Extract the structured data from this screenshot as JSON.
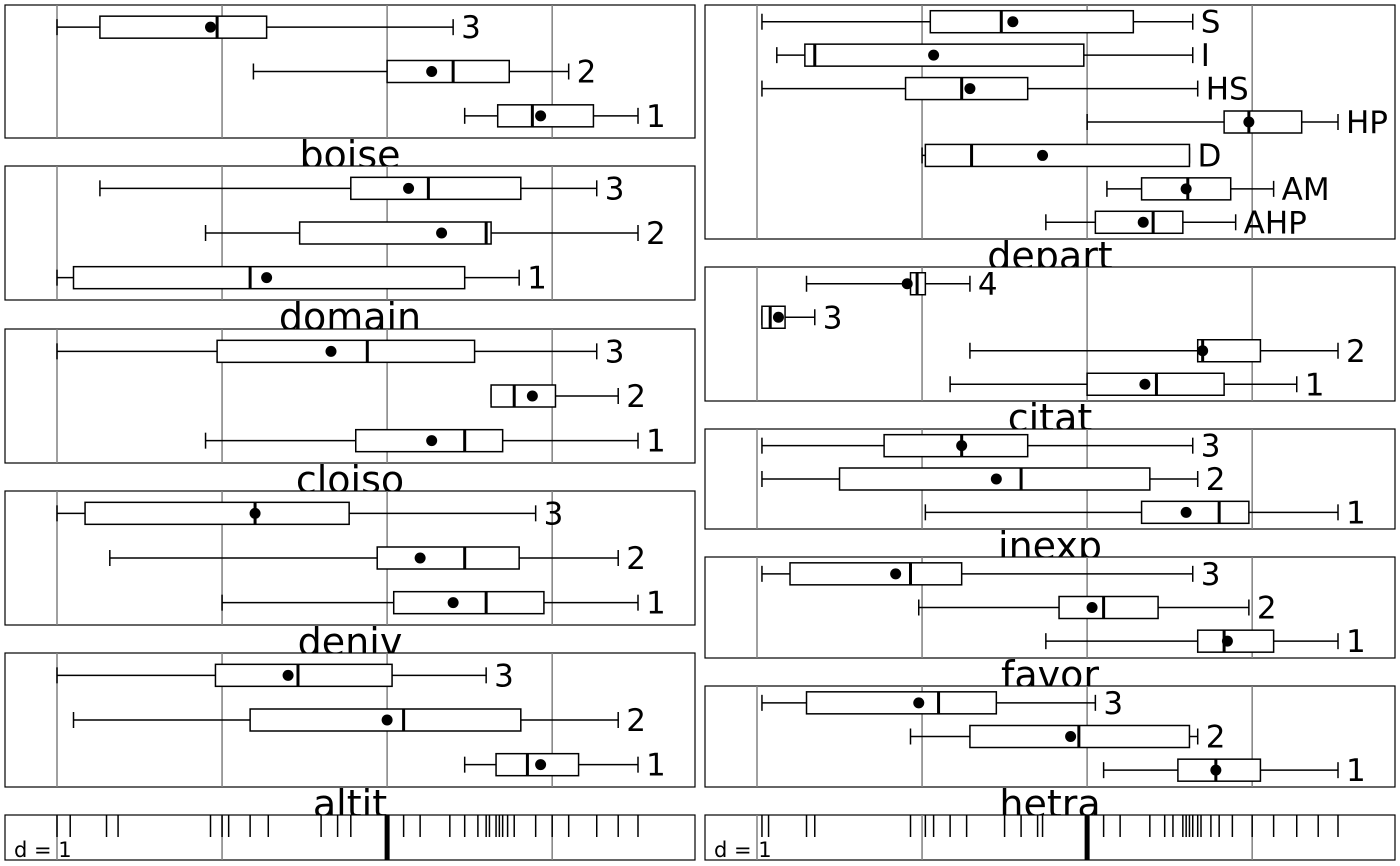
{
  "chart_data": {
    "type": "boxplot-panels",
    "grid": true,
    "rug_label": "d = 1",
    "colors": {
      "line": "#000000",
      "grid": "#808080",
      "background": "#ffffff"
    },
    "left_column": {
      "panels": [
        {
          "title": "boise",
          "groups": [
            {
              "label": "3",
              "whisker_low": 0.0,
              "q1": 0.26,
              "median": 0.97,
              "q3": 1.27,
              "whisker_high": 2.4,
              "mean": 0.93
            },
            {
              "label": "2",
              "whisker_low": 1.19,
              "q1": 2.0,
              "median": 2.4,
              "q3": 2.74,
              "whisker_high": 3.1,
              "mean": 2.27
            },
            {
              "label": "1",
              "whisker_low": 2.47,
              "q1": 2.67,
              "median": 2.88,
              "q3": 3.25,
              "whisker_high": 3.52,
              "mean": 2.93
            }
          ]
        },
        {
          "title": "domain",
          "groups": [
            {
              "label": "3",
              "whisker_low": 0.26,
              "q1": 1.78,
              "median": 2.25,
              "q3": 2.81,
              "whisker_high": 3.27,
              "mean": 2.13
            },
            {
              "label": "2",
              "whisker_low": 0.9,
              "q1": 1.47,
              "median": 2.6,
              "q3": 2.63,
              "whisker_high": 3.52,
              "mean": 2.33
            },
            {
              "label": "1",
              "whisker_low": 0.0,
              "q1": 0.1,
              "median": 1.17,
              "q3": 2.47,
              "whisker_high": 2.8,
              "mean": 1.27
            }
          ]
        },
        {
          "title": "cloiso",
          "groups": [
            {
              "label": "3",
              "whisker_low": 0.0,
              "q1": 0.97,
              "median": 1.88,
              "q3": 2.53,
              "whisker_high": 3.27,
              "mean": 1.66
            },
            {
              "label": "2",
              "whisker_low": 2.63,
              "q1": 2.63,
              "median": 2.77,
              "q3": 3.02,
              "whisker_high": 3.4,
              "mean": 2.88
            },
            {
              "label": "1",
              "whisker_low": 0.9,
              "q1": 1.81,
              "median": 2.47,
              "q3": 2.7,
              "whisker_high": 3.52,
              "mean": 2.27
            }
          ]
        },
        {
          "title": "deniv",
          "groups": [
            {
              "label": "3",
              "whisker_low": 0.0,
              "q1": 0.17,
              "median": 1.2,
              "q3": 1.77,
              "whisker_high": 2.9,
              "mean": 1.2
            },
            {
              "label": "2",
              "whisker_low": 0.32,
              "q1": 1.94,
              "median": 2.47,
              "q3": 2.8,
              "whisker_high": 3.4,
              "mean": 2.2
            },
            {
              "label": "1",
              "whisker_low": 1.0,
              "q1": 2.04,
              "median": 2.6,
              "q3": 2.95,
              "whisker_high": 3.52,
              "mean": 2.4
            }
          ]
        },
        {
          "title": "altit",
          "groups": [
            {
              "label": "3",
              "whisker_low": 0.0,
              "q1": 0.96,
              "median": 1.46,
              "q3": 2.03,
              "whisker_high": 2.6,
              "mean": 1.4
            },
            {
              "label": "2",
              "whisker_low": 0.1,
              "q1": 1.17,
              "median": 2.1,
              "q3": 2.81,
              "whisker_high": 3.4,
              "mean": 2.0
            },
            {
              "label": "1",
              "whisker_low": 2.47,
              "q1": 2.66,
              "median": 2.85,
              "q3": 3.16,
              "whisker_high": 3.52,
              "mean": 2.93
            }
          ]
        }
      ],
      "rug": [
        0.0,
        0.08,
        0.3,
        0.37,
        0.93,
        1.0,
        1.04,
        1.17,
        1.28,
        1.6,
        1.7,
        1.78,
        2.1,
        2.2,
        2.38,
        2.47,
        2.55,
        2.6,
        2.62,
        2.66,
        2.68,
        2.7,
        2.73,
        2.77,
        2.9,
        3.0,
        3.1,
        3.27,
        3.4,
        3.52
      ],
      "rug_bold": 2.0
    },
    "right_column": {
      "panels": [
        {
          "title": "depart",
          "groups": [
            {
              "label": "S",
              "whisker_low": 0.03,
              "q1": 1.05,
              "median": 1.48,
              "q3": 2.28,
              "whisker_high": 2.64,
              "mean": 1.55
            },
            {
              "label": "I",
              "whisker_low": 0.12,
              "q1": 0.29,
              "median": 0.35,
              "q3": 1.98,
              "whisker_high": 2.64,
              "mean": 1.07
            },
            {
              "label": "HS",
              "whisker_low": 0.03,
              "q1": 0.9,
              "median": 1.24,
              "q3": 1.64,
              "whisker_high": 2.67,
              "mean": 1.29
            },
            {
              "label": "HP",
              "whisker_low": 2.0,
              "q1": 2.83,
              "median": 2.98,
              "q3": 3.3,
              "whisker_high": 3.52,
              "mean": 2.98
            },
            {
              "label": "D",
              "whisker_low": 1.0,
              "q1": 1.02,
              "median": 1.3,
              "q3": 2.62,
              "whisker_high": 2.62,
              "mean": 1.73
            },
            {
              "label": "AM",
              "whisker_low": 2.12,
              "q1": 2.33,
              "median": 2.61,
              "q3": 2.87,
              "whisker_high": 3.13,
              "mean": 2.6
            },
            {
              "label": "AHP",
              "whisker_low": 1.75,
              "q1": 2.05,
              "median": 2.4,
              "q3": 2.58,
              "whisker_high": 2.9,
              "mean": 2.34
            }
          ]
        },
        {
          "title": "citat",
          "groups": [
            {
              "label": "4",
              "whisker_low": 0.3,
              "q1": 0.93,
              "median": 0.97,
              "q3": 1.02,
              "whisker_high": 1.29,
              "mean": 0.91
            },
            {
              "label": "3",
              "whisker_low": 0.03,
              "q1": 0.03,
              "median": 0.08,
              "q3": 0.17,
              "whisker_high": 0.35,
              "mean": 0.13
            },
            {
              "label": "2",
              "whisker_low": 1.29,
              "q1": 2.67,
              "median": 2.7,
              "q3": 3.05,
              "whisker_high": 3.52,
              "mean": 2.7
            },
            {
              "label": "1",
              "whisker_low": 1.17,
              "q1": 2.0,
              "median": 2.42,
              "q3": 2.83,
              "whisker_high": 3.27,
              "mean": 2.35
            }
          ]
        },
        {
          "title": "inexp",
          "groups": [
            {
              "label": "3",
              "whisker_low": 0.03,
              "q1": 0.77,
              "median": 1.24,
              "q3": 1.64,
              "whisker_high": 2.64,
              "mean": 1.24
            },
            {
              "label": "2",
              "whisker_low": 0.03,
              "q1": 0.5,
              "median": 1.6,
              "q3": 2.38,
              "whisker_high": 2.67,
              "mean": 1.45
            },
            {
              "label": "1",
              "whisker_low": 1.02,
              "q1": 2.33,
              "median": 2.8,
              "q3": 2.98,
              "whisker_high": 3.52,
              "mean": 2.6
            }
          ]
        },
        {
          "title": "favor",
          "groups": [
            {
              "label": "3",
              "whisker_low": 0.03,
              "q1": 0.2,
              "median": 0.93,
              "q3": 1.24,
              "whisker_high": 2.64,
              "mean": 0.84
            },
            {
              "label": "2",
              "whisker_low": 0.98,
              "q1": 1.83,
              "median": 2.1,
              "q3": 2.43,
              "whisker_high": 2.98,
              "mean": 2.03
            },
            {
              "label": "1",
              "whisker_low": 1.75,
              "q1": 2.67,
              "median": 2.83,
              "q3": 3.13,
              "whisker_high": 3.52,
              "mean": 2.85
            }
          ]
        },
        {
          "title": "hetra",
          "groups": [
            {
              "label": "3",
              "whisker_low": 0.03,
              "q1": 0.3,
              "median": 1.1,
              "q3": 1.45,
              "whisker_high": 2.05,
              "mean": 0.98
            },
            {
              "label": "2",
              "whisker_low": 0.93,
              "q1": 1.29,
              "median": 1.95,
              "q3": 2.62,
              "whisker_high": 2.67,
              "mean": 1.9
            },
            {
              "label": "1",
              "whisker_low": 2.1,
              "q1": 2.55,
              "median": 2.78,
              "q3": 3.05,
              "whisker_high": 3.52,
              "mean": 2.78
            }
          ]
        }
      ],
      "rug": [
        0.03,
        0.07,
        0.3,
        0.35,
        0.93,
        1.02,
        1.07,
        1.17,
        1.27,
        1.5,
        1.6,
        1.7,
        1.73,
        2.1,
        2.2,
        2.38,
        2.47,
        2.52,
        2.58,
        2.6,
        2.62,
        2.64,
        2.67,
        2.69,
        2.75,
        2.8,
        2.88,
        3.0,
        3.13,
        3.27,
        3.4,
        3.52
      ],
      "rug_bold": 2.0
    }
  }
}
